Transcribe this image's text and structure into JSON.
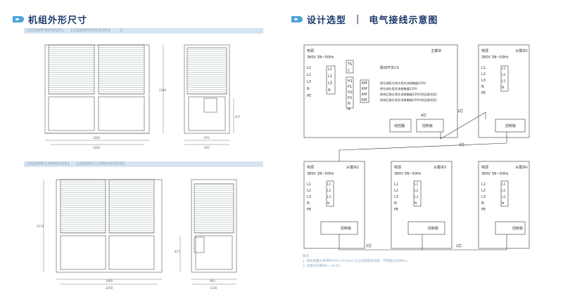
{
  "left_section": {
    "title": "机组外形尺寸"
  },
  "right_section": {
    "title": "设计选型",
    "separator": "|",
    "subtitle": "电气接线示意图"
  },
  "model_band_1": {
    "models": [
      "LSQWRF65M/DR1",
      "LSQWRF65M/D3R1",
      "1"
    ]
  },
  "model_band_2": {
    "models": [
      "LSQWRF130MH/DR1",
      "LSQWRF130MH/D3DR1"
    ]
  },
  "dimensions_1": {
    "front_width": "2000",
    "front_inner": "1860",
    "height": "2380",
    "side_depth": "950",
    "side_inner": "870",
    "side_mid": "427"
  },
  "dimensions_2": {
    "front_width": "2200",
    "front_inner": "1960",
    "height": "2270",
    "side_depth": "1100",
    "side_inner": "960",
    "side_mid": "427"
  },
  "wiring": {
    "main_unit": {
      "power_label": "电源",
      "voltage": "380V 3N~50Hz",
      "name": "主模块",
      "terminals": [
        "L1",
        "L2",
        "L3",
        "N",
        "PE"
      ],
      "inner_terminals": [
        "L1",
        "L2",
        "L3",
        "N"
      ],
      "ts_labels": [
        "TS",
        "C"
      ],
      "switch_label": "联动开关CS",
      "ctrl_terminals": [
        "H1",
        "P1",
        "H2",
        "P2",
        "N",
        "N"
      ],
      "km_labels": [
        "KM",
        "KM",
        "KM",
        "KM"
      ],
      "loads": [
        "接空调机冷热水泵交流接触器220V",
        "接空调水泵交流接触器220V",
        "接热回收水泵交流接触器220V(热回收机型)",
        "接热回收水泵交流接触器220V(热回收机型)"
      ],
      "boxes": [
        "线控器",
        "控制板"
      ],
      "cable": "4芯"
    },
    "slave_units": [
      {
        "power_label": "电源",
        "voltage": "380V 3N~50Hz",
        "name": "从模块1",
        "board": "控制板",
        "terminals": [
          "L1",
          "L2",
          "L3",
          "N",
          "PE"
        ],
        "inner_terminals": [
          "L1",
          "L2",
          "L3",
          "N"
        ]
      },
      {
        "power_label": "电源",
        "voltage": "380V 3N~50Hz",
        "name": "从模块2",
        "board": "控制板",
        "terminals": [
          "L1",
          "L2",
          "L3",
          "N",
          "PE"
        ],
        "inner_terminals": [
          "L1",
          "L2",
          "L3",
          "N"
        ]
      },
      {
        "power_label": "电源",
        "voltage": "380V 3N~50Hz",
        "name": "从模块3",
        "board": "控制板",
        "terminals": [
          "L1",
          "L2",
          "L3",
          "N",
          "PE"
        ],
        "inner_terminals": [
          "L1",
          "L2",
          "L3",
          "N"
        ]
      },
      {
        "power_label": "电源",
        "voltage": "380V 3N~50Hz",
        "name": "从模块n",
        "board": "控制板",
        "terminals": [
          "L1",
          "L2",
          "L3",
          "N",
          "PE"
        ],
        "inner_terminals": [
          "L1",
          "L2",
          "L3",
          "N"
        ]
      }
    ],
    "cable_labels": [
      "2芯",
      "2芯",
      "2芯",
      "2芯"
    ]
  },
  "notes": {
    "title": "备注：",
    "lines": [
      "1. 通讯线最长采用RVVP2×0.5mm²以上的屏蔽双绞线，不得超过1000m。",
      "2. 主模块与模块n，n≤15。"
    ]
  }
}
